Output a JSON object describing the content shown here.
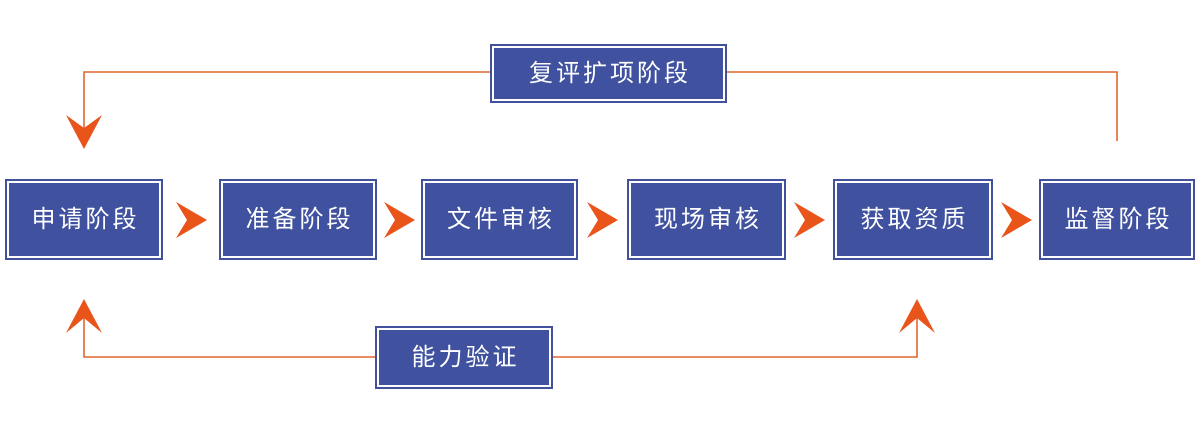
{
  "diagram": {
    "title": "qualification-process-flow",
    "stages": [
      {
        "label": "申请阶段"
      },
      {
        "label": "准备阶段"
      },
      {
        "label": "文件审核"
      },
      {
        "label": "现场审核"
      },
      {
        "label": "获取资质"
      },
      {
        "label": "监督阶段"
      }
    ],
    "feedback_top": {
      "label": "复评扩项阶段"
    },
    "feedback_bottom": {
      "label": "能力验证"
    }
  },
  "icons": {
    "flow_arrow": "chevron-right-icon",
    "loop_top_arrow": "arrow-down-icon",
    "loop_bottom_arrow": "arrow-up-icon"
  },
  "colors": {
    "background": "#ffffff",
    "box_blue": "#3f519f",
    "box_border": "#41519e",
    "line_orange": "#e2662f",
    "arrow_orange": "#e8541a",
    "text_white": "#ffffff"
  }
}
